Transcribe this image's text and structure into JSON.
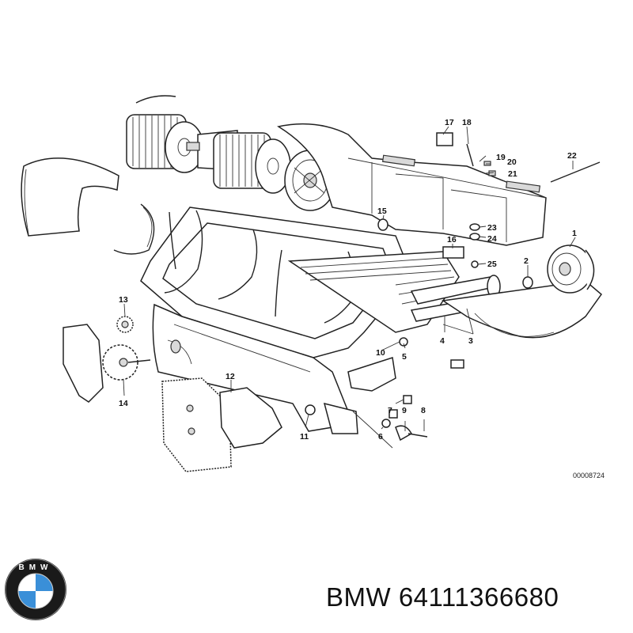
{
  "diagram": {
    "reference_code": "00008724",
    "callouts": [
      "1",
      "2",
      "3",
      "4",
      "5",
      "6",
      "7",
      "8",
      "9",
      "10",
      "11",
      "12",
      "13",
      "14",
      "15",
      "16",
      "17",
      "18",
      "19",
      "20",
      "21",
      "22",
      "23",
      "24",
      "25"
    ]
  },
  "brand": {
    "caption": "BMW 64111366680",
    "logo_letters": "BMW",
    "logo_icon": "bmw-roundel-icon"
  }
}
